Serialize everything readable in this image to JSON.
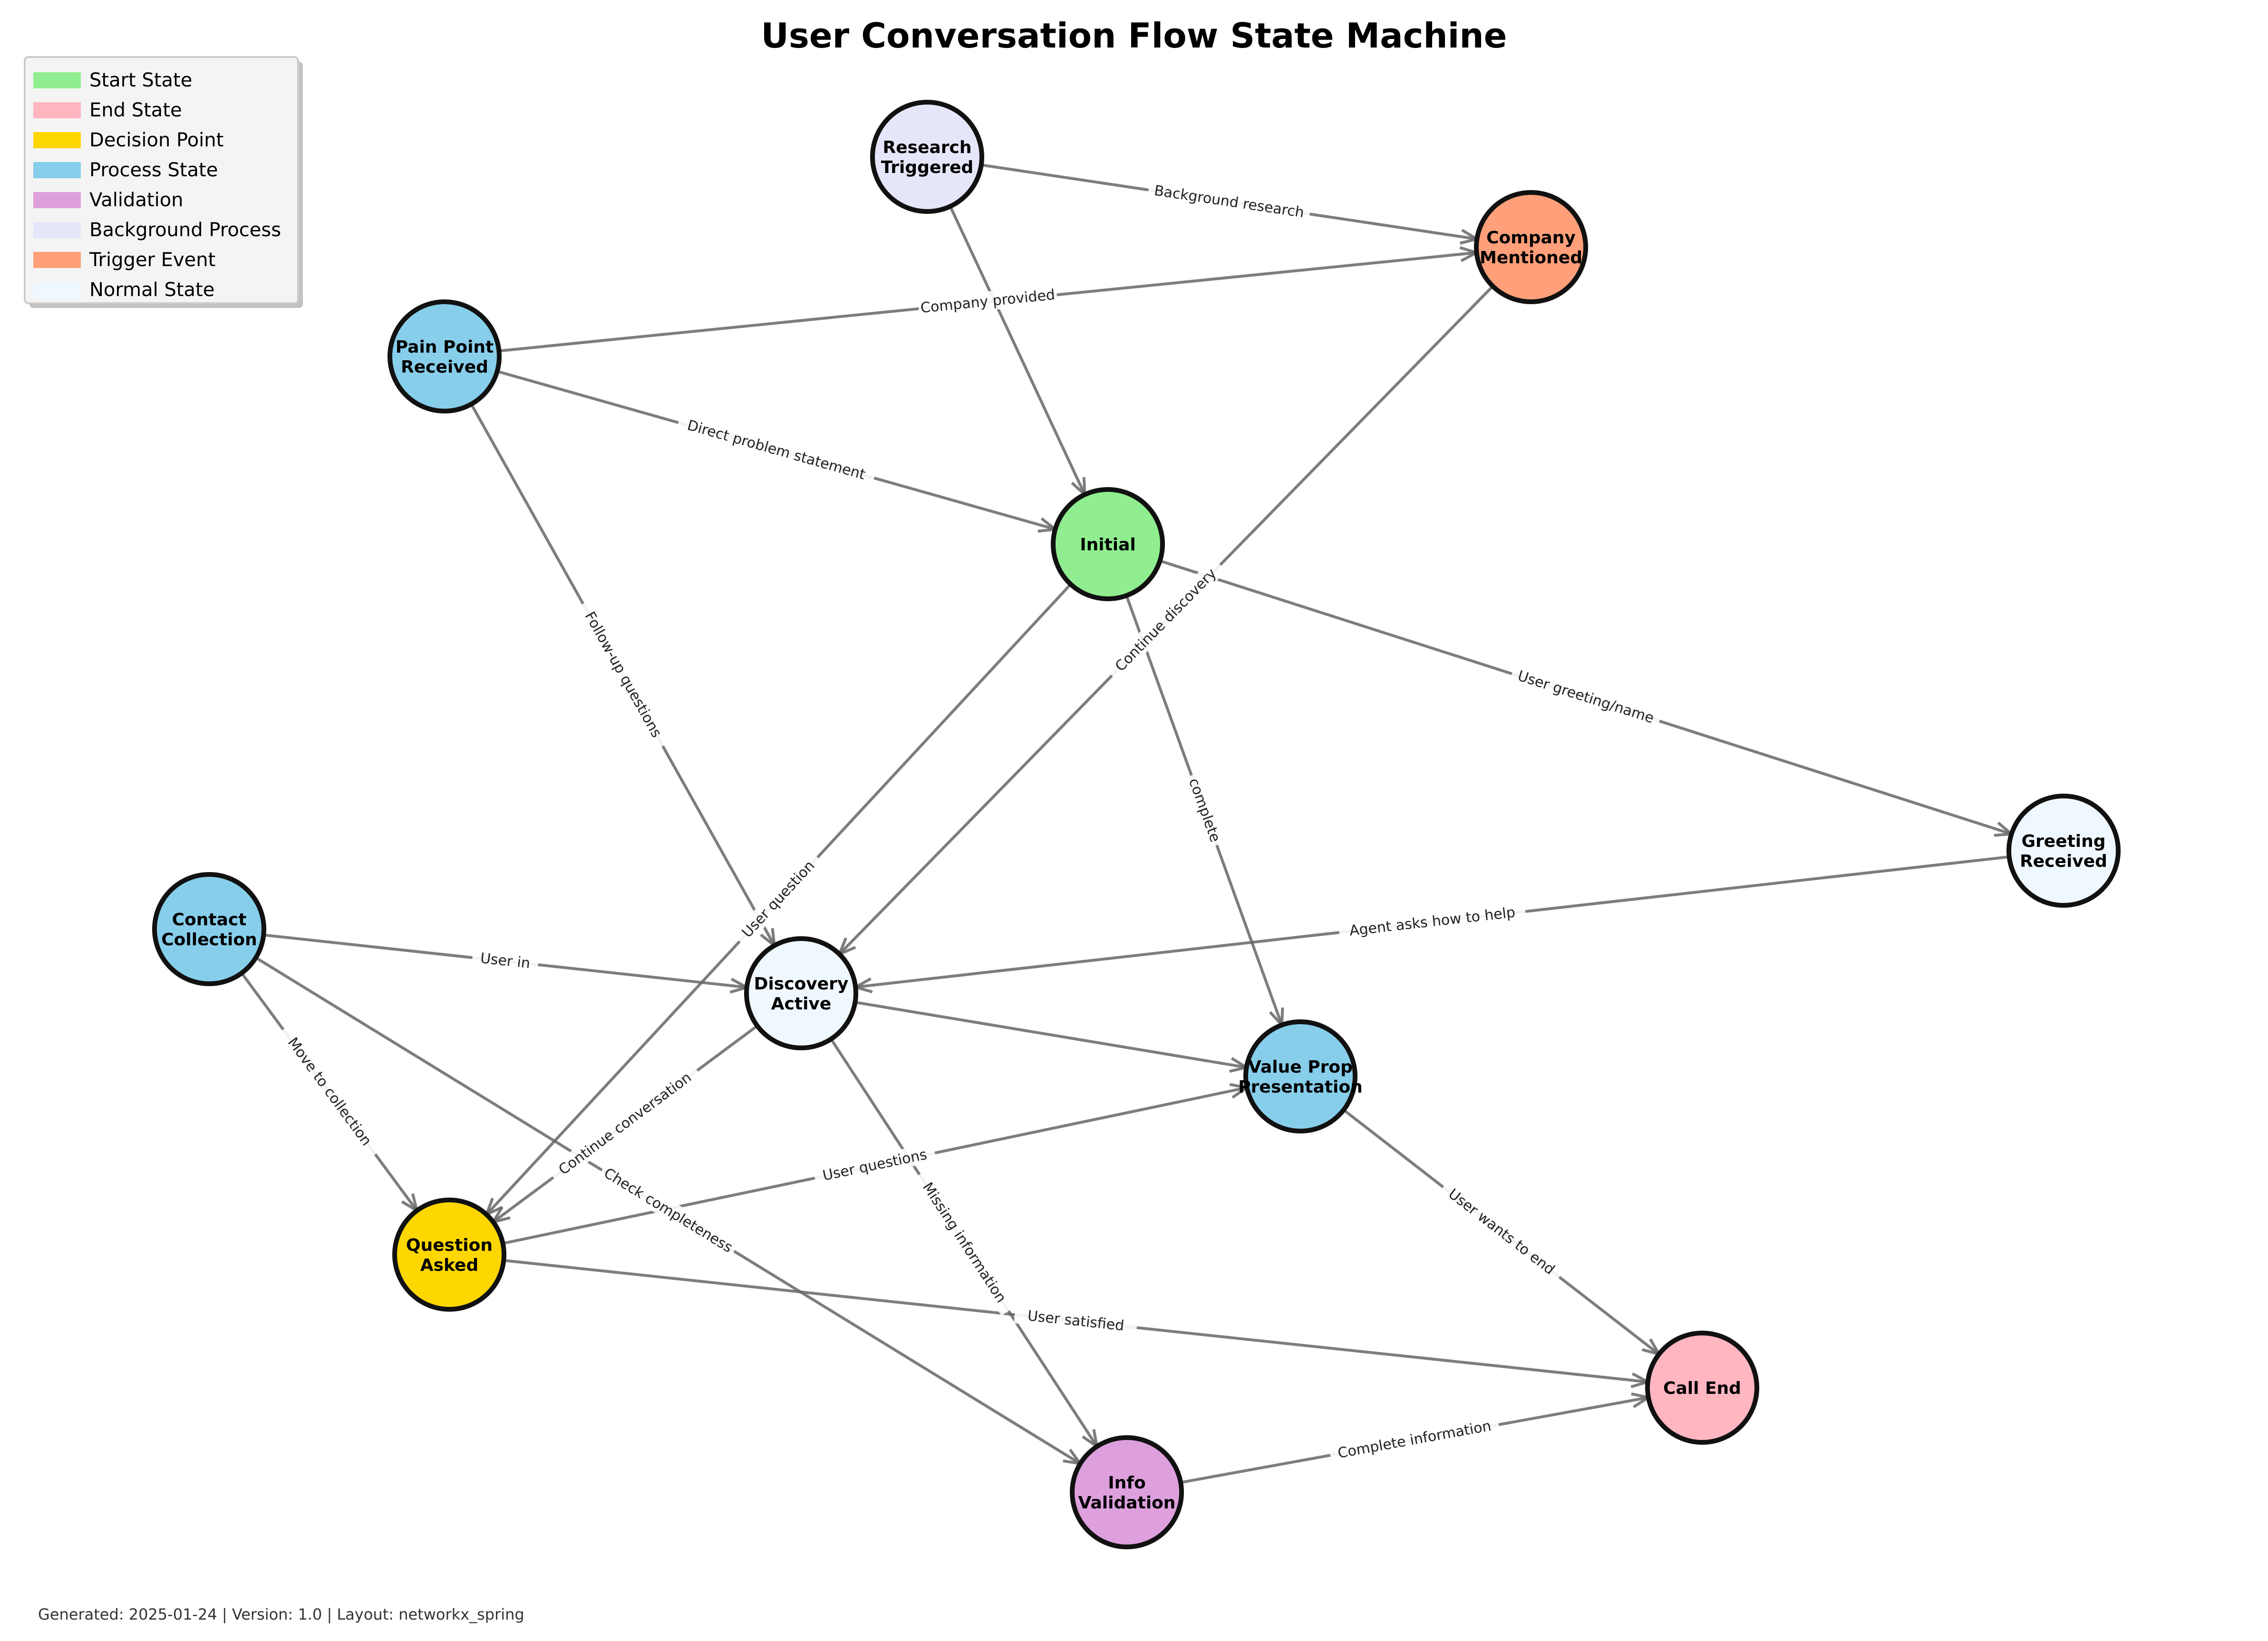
{
  "title": "User Conversation Flow State Machine",
  "footer": "Generated: 2025-01-24 | Version: 1.0 | Layout: networkx_spring",
  "legend": [
    {
      "label": "Start State",
      "color": "#90EE90"
    },
    {
      "label": "End State",
      "color": "#FFB6C1"
    },
    {
      "label": "Decision Point",
      "color": "#FFD700"
    },
    {
      "label": "Process State",
      "color": "#87CEEB"
    },
    {
      "label": "Validation",
      "color": "#DDA0DD"
    },
    {
      "label": "Background Process",
      "color": "#E6E6FA"
    },
    {
      "label": "Trigger Event",
      "color": "#FFA07A"
    },
    {
      "label": "Normal State",
      "color": "#F0F8FF"
    }
  ],
  "nodes": [
    {
      "id": "research",
      "lines": [
        "Research",
        "Triggered"
      ],
      "type": "Background Process",
      "color": "#E6E6FA"
    },
    {
      "id": "company",
      "lines": [
        "Company",
        "Mentioned"
      ],
      "type": "Trigger Event",
      "color": "#FFA07A"
    },
    {
      "id": "pain",
      "lines": [
        "Pain Point",
        "Received"
      ],
      "type": "Process State",
      "color": "#87CEEB"
    },
    {
      "id": "initial",
      "lines": [
        "Initial"
      ],
      "type": "Start State",
      "color": "#90EE90"
    },
    {
      "id": "greeting",
      "lines": [
        "Greeting",
        "Received"
      ],
      "type": "Normal State",
      "color": "#F0F8FF"
    },
    {
      "id": "contact",
      "lines": [
        "Contact",
        "Collection"
      ],
      "type": "Process State",
      "color": "#87CEEB"
    },
    {
      "id": "discovery",
      "lines": [
        "Discovery",
        "Active"
      ],
      "type": "Normal State",
      "color": "#F0F8FF"
    },
    {
      "id": "valueprop",
      "lines": [
        "Value Prop",
        "Presentation"
      ],
      "type": "Process State",
      "color": "#87CEEB"
    },
    {
      "id": "question",
      "lines": [
        "Question",
        "Asked"
      ],
      "type": "Decision Point",
      "color": "#FFD700"
    },
    {
      "id": "callend",
      "lines": [
        "Call End"
      ],
      "type": "End State",
      "color": "#FFB6C1"
    },
    {
      "id": "info",
      "lines": [
        "Info",
        "Validation"
      ],
      "type": "Validation",
      "color": "#DDA0DD"
    }
  ],
  "edges": [
    {
      "from": "research",
      "to": "company",
      "label": "Background research"
    },
    {
      "from": "pain",
      "to": "company",
      "label": "Company provided"
    },
    {
      "from": "pain",
      "to": "initial",
      "label": "Direct problem statement"
    },
    {
      "from": "research",
      "to": "initial",
      "label": ""
    },
    {
      "from": "pain",
      "to": "discovery",
      "label": "Follow-up questions"
    },
    {
      "from": "initial",
      "to": "greeting",
      "label": "User greeting/name"
    },
    {
      "from": "initial",
      "to": "valueprop",
      "label": "complete"
    },
    {
      "from": "company",
      "to": "discovery",
      "label": "Continue discovery"
    },
    {
      "from": "initial",
      "to": "question",
      "label": "User question"
    },
    {
      "from": "greeting",
      "to": "discovery",
      "label": "Agent asks how to help"
    },
    {
      "from": "contact",
      "to": "discovery",
      "label": "User in"
    },
    {
      "from": "discovery",
      "to": "valueprop",
      "label": ""
    },
    {
      "from": "discovery",
      "to": "question",
      "label": "Continue conversation"
    },
    {
      "from": "discovery",
      "to": "info",
      "label": "Missing information"
    },
    {
      "from": "contact",
      "to": "question",
      "label": "Move to collection"
    },
    {
      "from": "contact",
      "to": "info",
      "label": "Check completeness"
    },
    {
      "from": "question",
      "to": "valueprop",
      "label": "User questions"
    },
    {
      "from": "question",
      "to": "callend",
      "label": "User satisfied"
    },
    {
      "from": "valueprop",
      "to": "callend",
      "label": "User wants to end"
    },
    {
      "from": "info",
      "to": "callend",
      "label": "Complete information"
    }
  ]
}
